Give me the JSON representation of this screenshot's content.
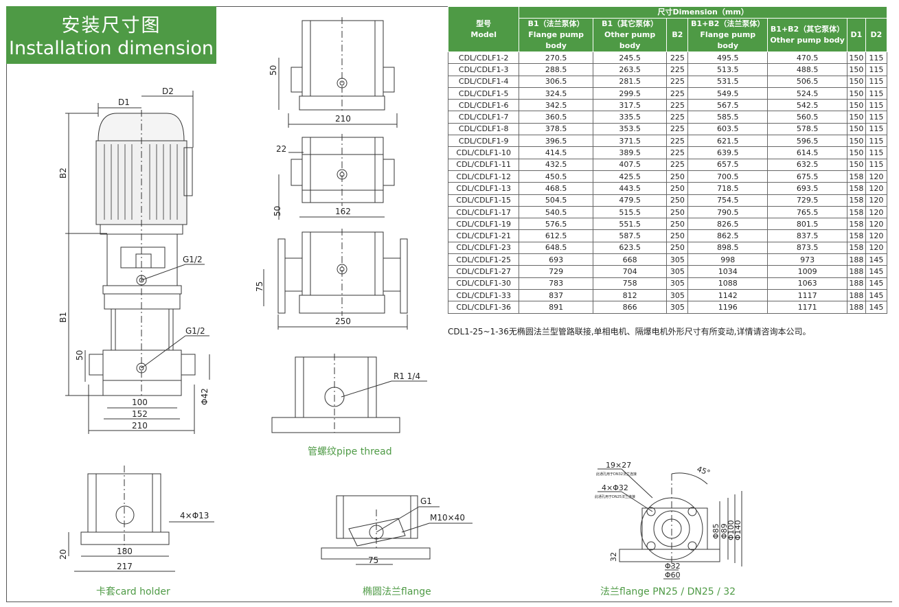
{
  "title": {
    "zh": "安装尺寸图",
    "en": "Installation dimension"
  },
  "table": {
    "model_zh": "型号",
    "model_en": "Model",
    "dimension_group": "尺寸Dimension（mm）",
    "columns": [
      {
        "zh": "B1（法兰泵体）",
        "en": "Flange pump body"
      },
      {
        "zh": "B1（其它泵体）",
        "en": "Other pump body"
      },
      {
        "zh": "B2",
        "en": ""
      },
      {
        "zh": "B1+B2（法兰泵体）",
        "en": "Flange pump body"
      },
      {
        "zh": "B1+B2（其它泵体）",
        "en": "Other pump body"
      },
      {
        "zh": "D1",
        "en": ""
      },
      {
        "zh": "D2",
        "en": ""
      }
    ],
    "rows": [
      [
        "CDL/CDLF1-2",
        "270.5",
        "245.5",
        "225",
        "495.5",
        "470.5",
        "150",
        "115"
      ],
      [
        "CDL/CDLF1-3",
        "288.5",
        "263.5",
        "225",
        "513.5",
        "488.5",
        "150",
        "115"
      ],
      [
        "CDL/CDLF1-4",
        "306.5",
        "281.5",
        "225",
        "531.5",
        "506.5",
        "150",
        "115"
      ],
      [
        "CDL/CDLF1-5",
        "324.5",
        "299.5",
        "225",
        "549.5",
        "524.5",
        "150",
        "115"
      ],
      [
        "CDL/CDLF1-6",
        "342.5",
        "317.5",
        "225",
        "567.5",
        "542.5",
        "150",
        "115"
      ],
      [
        "CDL/CDLF1-7",
        "360.5",
        "335.5",
        "225",
        "585.5",
        "560.5",
        "150",
        "115"
      ],
      [
        "CDL/CDLF1-8",
        "378.5",
        "353.5",
        "225",
        "603.5",
        "578.5",
        "150",
        "115"
      ],
      [
        "CDL/CDLF1-9",
        "396.5",
        "371.5",
        "225",
        "621.5",
        "596.5",
        "150",
        "115"
      ],
      [
        "CDL/CDLF1-10",
        "414.5",
        "389.5",
        "225",
        "639.5",
        "614.5",
        "150",
        "115"
      ],
      [
        "CDL/CDLF1-11",
        "432.5",
        "407.5",
        "225",
        "657.5",
        "632.5",
        "150",
        "115"
      ],
      [
        "CDL/CDLF1-12",
        "450.5",
        "425.5",
        "250",
        "700.5",
        "675.5",
        "158",
        "120"
      ],
      [
        "CDL/CDLF1-13",
        "468.5",
        "443.5",
        "250",
        "718.5",
        "693.5",
        "158",
        "120"
      ],
      [
        "CDL/CDLF1-15",
        "504.5",
        "479.5",
        "250",
        "754.5",
        "729.5",
        "158",
        "120"
      ],
      [
        "CDL/CDLF1-17",
        "540.5",
        "515.5",
        "250",
        "790.5",
        "765.5",
        "158",
        "120"
      ],
      [
        "CDL/CDLF1-19",
        "576.5",
        "551.5",
        "250",
        "826.5",
        "801.5",
        "158",
        "120"
      ],
      [
        "CDL/CDLF1-21",
        "612.5",
        "587.5",
        "250",
        "862.5",
        "837.5",
        "158",
        "120"
      ],
      [
        "CDL/CDLF1-23",
        "648.5",
        "623.5",
        "250",
        "898.5",
        "873.5",
        "158",
        "120"
      ],
      [
        "CDL/CDLF1-25",
        "693",
        "668",
        "305",
        "998",
        "973",
        "188",
        "145"
      ],
      [
        "CDL/CDLF1-27",
        "729",
        "704",
        "305",
        "1034",
        "1009",
        "188",
        "145"
      ],
      [
        "CDL/CDLF1-30",
        "783",
        "758",
        "305",
        "1088",
        "1063",
        "188",
        "145"
      ],
      [
        "CDL/CDLF1-33",
        "837",
        "812",
        "305",
        "1142",
        "1117",
        "188",
        "145"
      ],
      [
        "CDL/CDLF1-36",
        "891",
        "866",
        "305",
        "1196",
        "1171",
        "188",
        "145"
      ]
    ]
  },
  "note": "CDL1-25~1-36无椭圆法兰型管路联接,单相电机、隔爆电机外形尺寸有所变动,详情请咨询本公司。",
  "main_drawing": {
    "d1": "D1",
    "d2": "D2",
    "b1": "B1",
    "b2": "B2",
    "g_top": "G1/2",
    "g_bottom": "G1/2",
    "dim_50": "50",
    "phi42": "Φ42",
    "dim_100": "100",
    "dim_152": "152",
    "dim_210": "210"
  },
  "view1": {
    "dim_50": "50",
    "dim_210": "210"
  },
  "view2": {
    "dim_22": "22",
    "dim_50": "50",
    "dim_162": "162"
  },
  "view3": {
    "dim_75": "75",
    "dim_250": "250"
  },
  "view4": {
    "r_label": "R1 1/4",
    "caption": "管螺纹pipe thread"
  },
  "view5": {
    "holes": "4×Φ13",
    "dim_20": "20",
    "dim_180": "180",
    "dim_217": "217",
    "caption": "卡套card holder"
  },
  "view6": {
    "g1": "G1",
    "bolt": "M10×40",
    "dim_75": "75",
    "caption": "椭圆法兰flange"
  },
  "view7": {
    "slot": "19×27",
    "slot_note": "此通孔用于DN32法兰连接",
    "holes": "4×Φ32",
    "holes_note": "此通孔用于DN25法兰连接",
    "angle": "45°",
    "phi85": "Φ85",
    "phi89": "Φ89",
    "phi100": "Φ100",
    "phi140": "Φ140",
    "dim_32": "32",
    "phi32": "Φ32",
    "phi60": "Φ60",
    "caption": "法兰flange PN25 / DN25 / 32"
  }
}
